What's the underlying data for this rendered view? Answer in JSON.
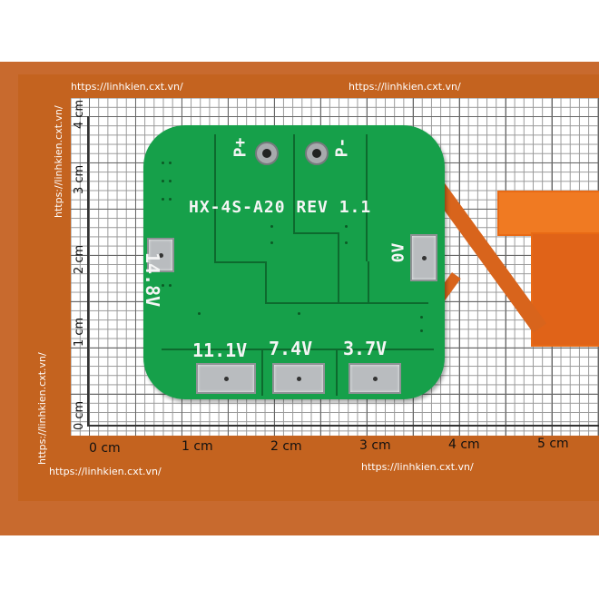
{
  "ruler": {
    "urls": {
      "top_left": "https://linhkien.cxt.vn/",
      "top_right": "https://linhkien.cxt.vn/",
      "bottom_left": "https://linhkien.cxt.vn/",
      "bottom_right": "https://linhkien.cxt.vn/",
      "left_upper": "https://linhkien.cxt.vn/",
      "left_lower": "https://linhkien.cxt.vn/"
    },
    "x_labels": [
      "0 cm",
      "1 cm",
      "2 cm",
      "3 cm",
      "4 cm",
      "5 cm"
    ],
    "y_labels": [
      "0 cm",
      "1 cm",
      "2 cm",
      "3 cm",
      "4 cm"
    ]
  },
  "pcb": {
    "title": "HX-4S-A20 REV 1.1",
    "labels": {
      "p_plus": "P+",
      "p_minus": "P-",
      "v148": "14.8V",
      "v0": "0V",
      "v111": "11.1V",
      "v74": "7.4V",
      "v37": "3.7V"
    }
  },
  "colors": {
    "card": "#c4631f",
    "pcb_green": "#16a04a",
    "silkscreen": "#f5f5f5",
    "pad": "#b9bcbf"
  }
}
